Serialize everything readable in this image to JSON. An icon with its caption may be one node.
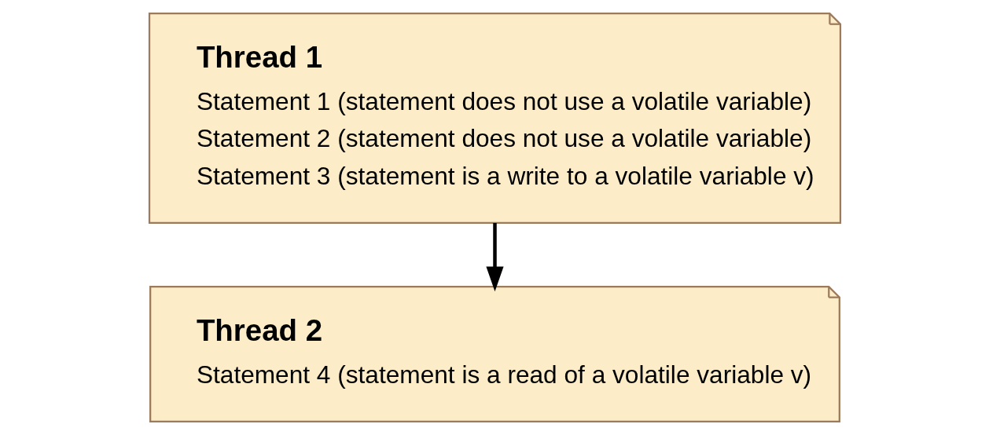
{
  "diagram": {
    "nodes": [
      {
        "text": [
          "Thread 1",
          "Statement 1 (statement does not use a volatile variable)",
          "Statement 2 (statement does not use a volatile variable)",
          "Statement 3 (statement is a write to a volatile variable v)"
        ]
      },
      {
        "text": [
          "Thread 2",
          "Statement 4 (statement is a read of a volatile variable v)"
        ]
      }
    ],
    "edges": [
      {
        "from": 0,
        "to": 1,
        "arrow": "to"
      }
    ]
  }
}
